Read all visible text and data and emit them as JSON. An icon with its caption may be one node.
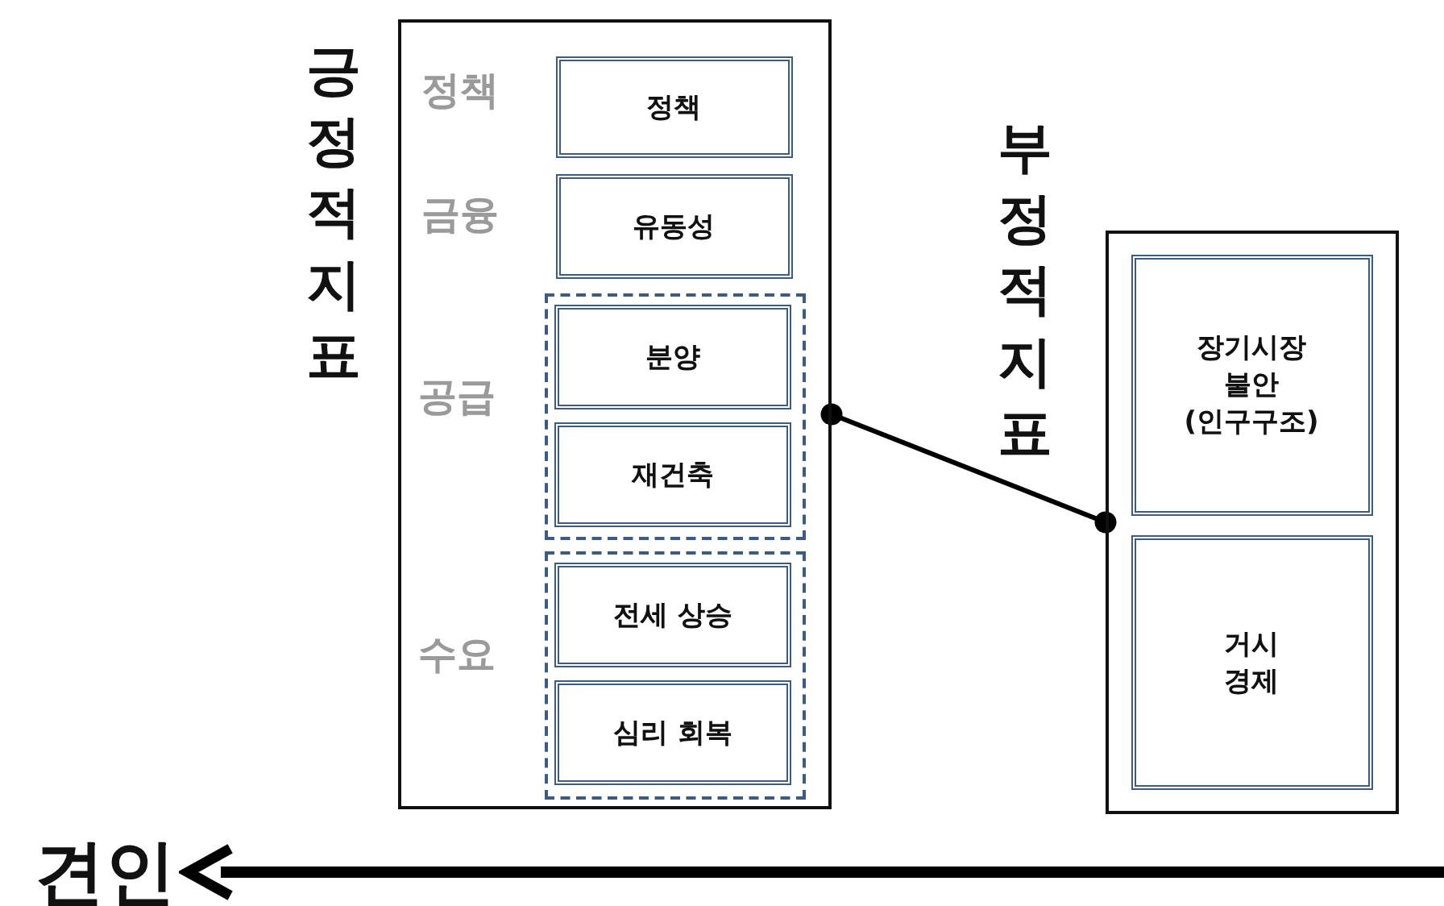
{
  "diagram": {
    "nodes": [
      {
        "text": [
          "긍정적 지표"
        ]
      },
      {
        "text": [
          "정책"
        ],
        "in": 0,
        "beside": [
          "정책"
        ]
      },
      {
        "text": [
          "유동성"
        ],
        "in": 0,
        "beside": [
          "금융"
        ]
      },
      {
        "text": [
          "공급"
        ],
        "in": 0
      },
      {
        "text": [
          "분양"
        ],
        "in": 3
      },
      {
        "text": [
          "재건축"
        ],
        "in": 3
      },
      {
        "text": [
          "수요"
        ],
        "in": 0
      },
      {
        "text": [
          "전세 상승"
        ],
        "in": 6
      },
      {
        "text": [
          "심리 회복"
        ],
        "in": 6
      },
      {
        "text": [
          "부정적 지표"
        ]
      },
      {
        "text": [
          "장기시장 불안 (인구구조)"
        ],
        "in": 9
      },
      {
        "text": [
          "거시 경제"
        ],
        "in": 9
      },
      {
        "text": [
          "견인"
        ]
      }
    ],
    "edges": [
      {
        "from": 0,
        "to": 9,
        "arrow": "other"
      },
      {
        "from": null,
        "to": 12,
        "arrow": "to",
        "style": "thick"
      }
    ]
  }
}
